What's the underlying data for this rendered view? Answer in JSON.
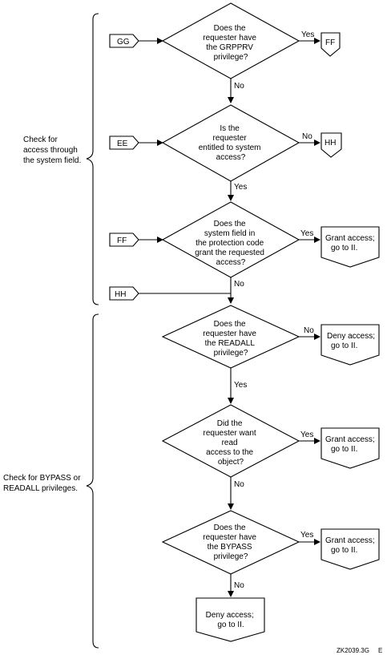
{
  "side_labels": {
    "system_field": [
      "Check for",
      "access through",
      "the system field."
    ],
    "bypass_readall": [
      "Check for BYPASS or",
      "READALL privileges."
    ]
  },
  "connectors": {
    "gg": "GG",
    "ee": "EE",
    "ff_in": "FF",
    "hh_in": "HH",
    "ff_out": "FF",
    "hh_out": "HH"
  },
  "decisions": {
    "d1": [
      "Does the",
      "requester have",
      "the GRPPRV",
      "privilege?"
    ],
    "d2": [
      "Is the",
      "requester",
      "entitled to system",
      "access?"
    ],
    "d3": [
      "Does the",
      "system field in",
      "the protection code",
      "grant the requested",
      "access?"
    ],
    "d4": [
      "Does the",
      "requester have",
      "the READALL",
      "privilege?"
    ],
    "d5": [
      "Did the",
      "requester want",
      "read",
      "access to the",
      "object?"
    ],
    "d6": [
      "Does the",
      "requester have",
      "the BYPASS",
      "privilege?"
    ]
  },
  "branch_labels": {
    "d1_yes": "Yes",
    "d1_no": "No",
    "d2_no": "No",
    "d2_yes": "Yes",
    "d3_yes": "Yes",
    "d3_no": "No",
    "d4_no": "No",
    "d4_yes": "Yes",
    "d5_yes": "Yes",
    "d5_no": "No",
    "d6_yes": "Yes",
    "d6_no": "No"
  },
  "results": {
    "r3": [
      "Grant access;",
      "go to II."
    ],
    "r4": [
      "Deny access;",
      "go to II."
    ],
    "r5": [
      "Grant access;",
      "go to II."
    ],
    "r6": [
      "Grant access;",
      "go to II."
    ],
    "final": [
      "Deny access;",
      "go to II."
    ]
  },
  "footer": {
    "code": "ZK2039.3G",
    "letter": "E"
  }
}
